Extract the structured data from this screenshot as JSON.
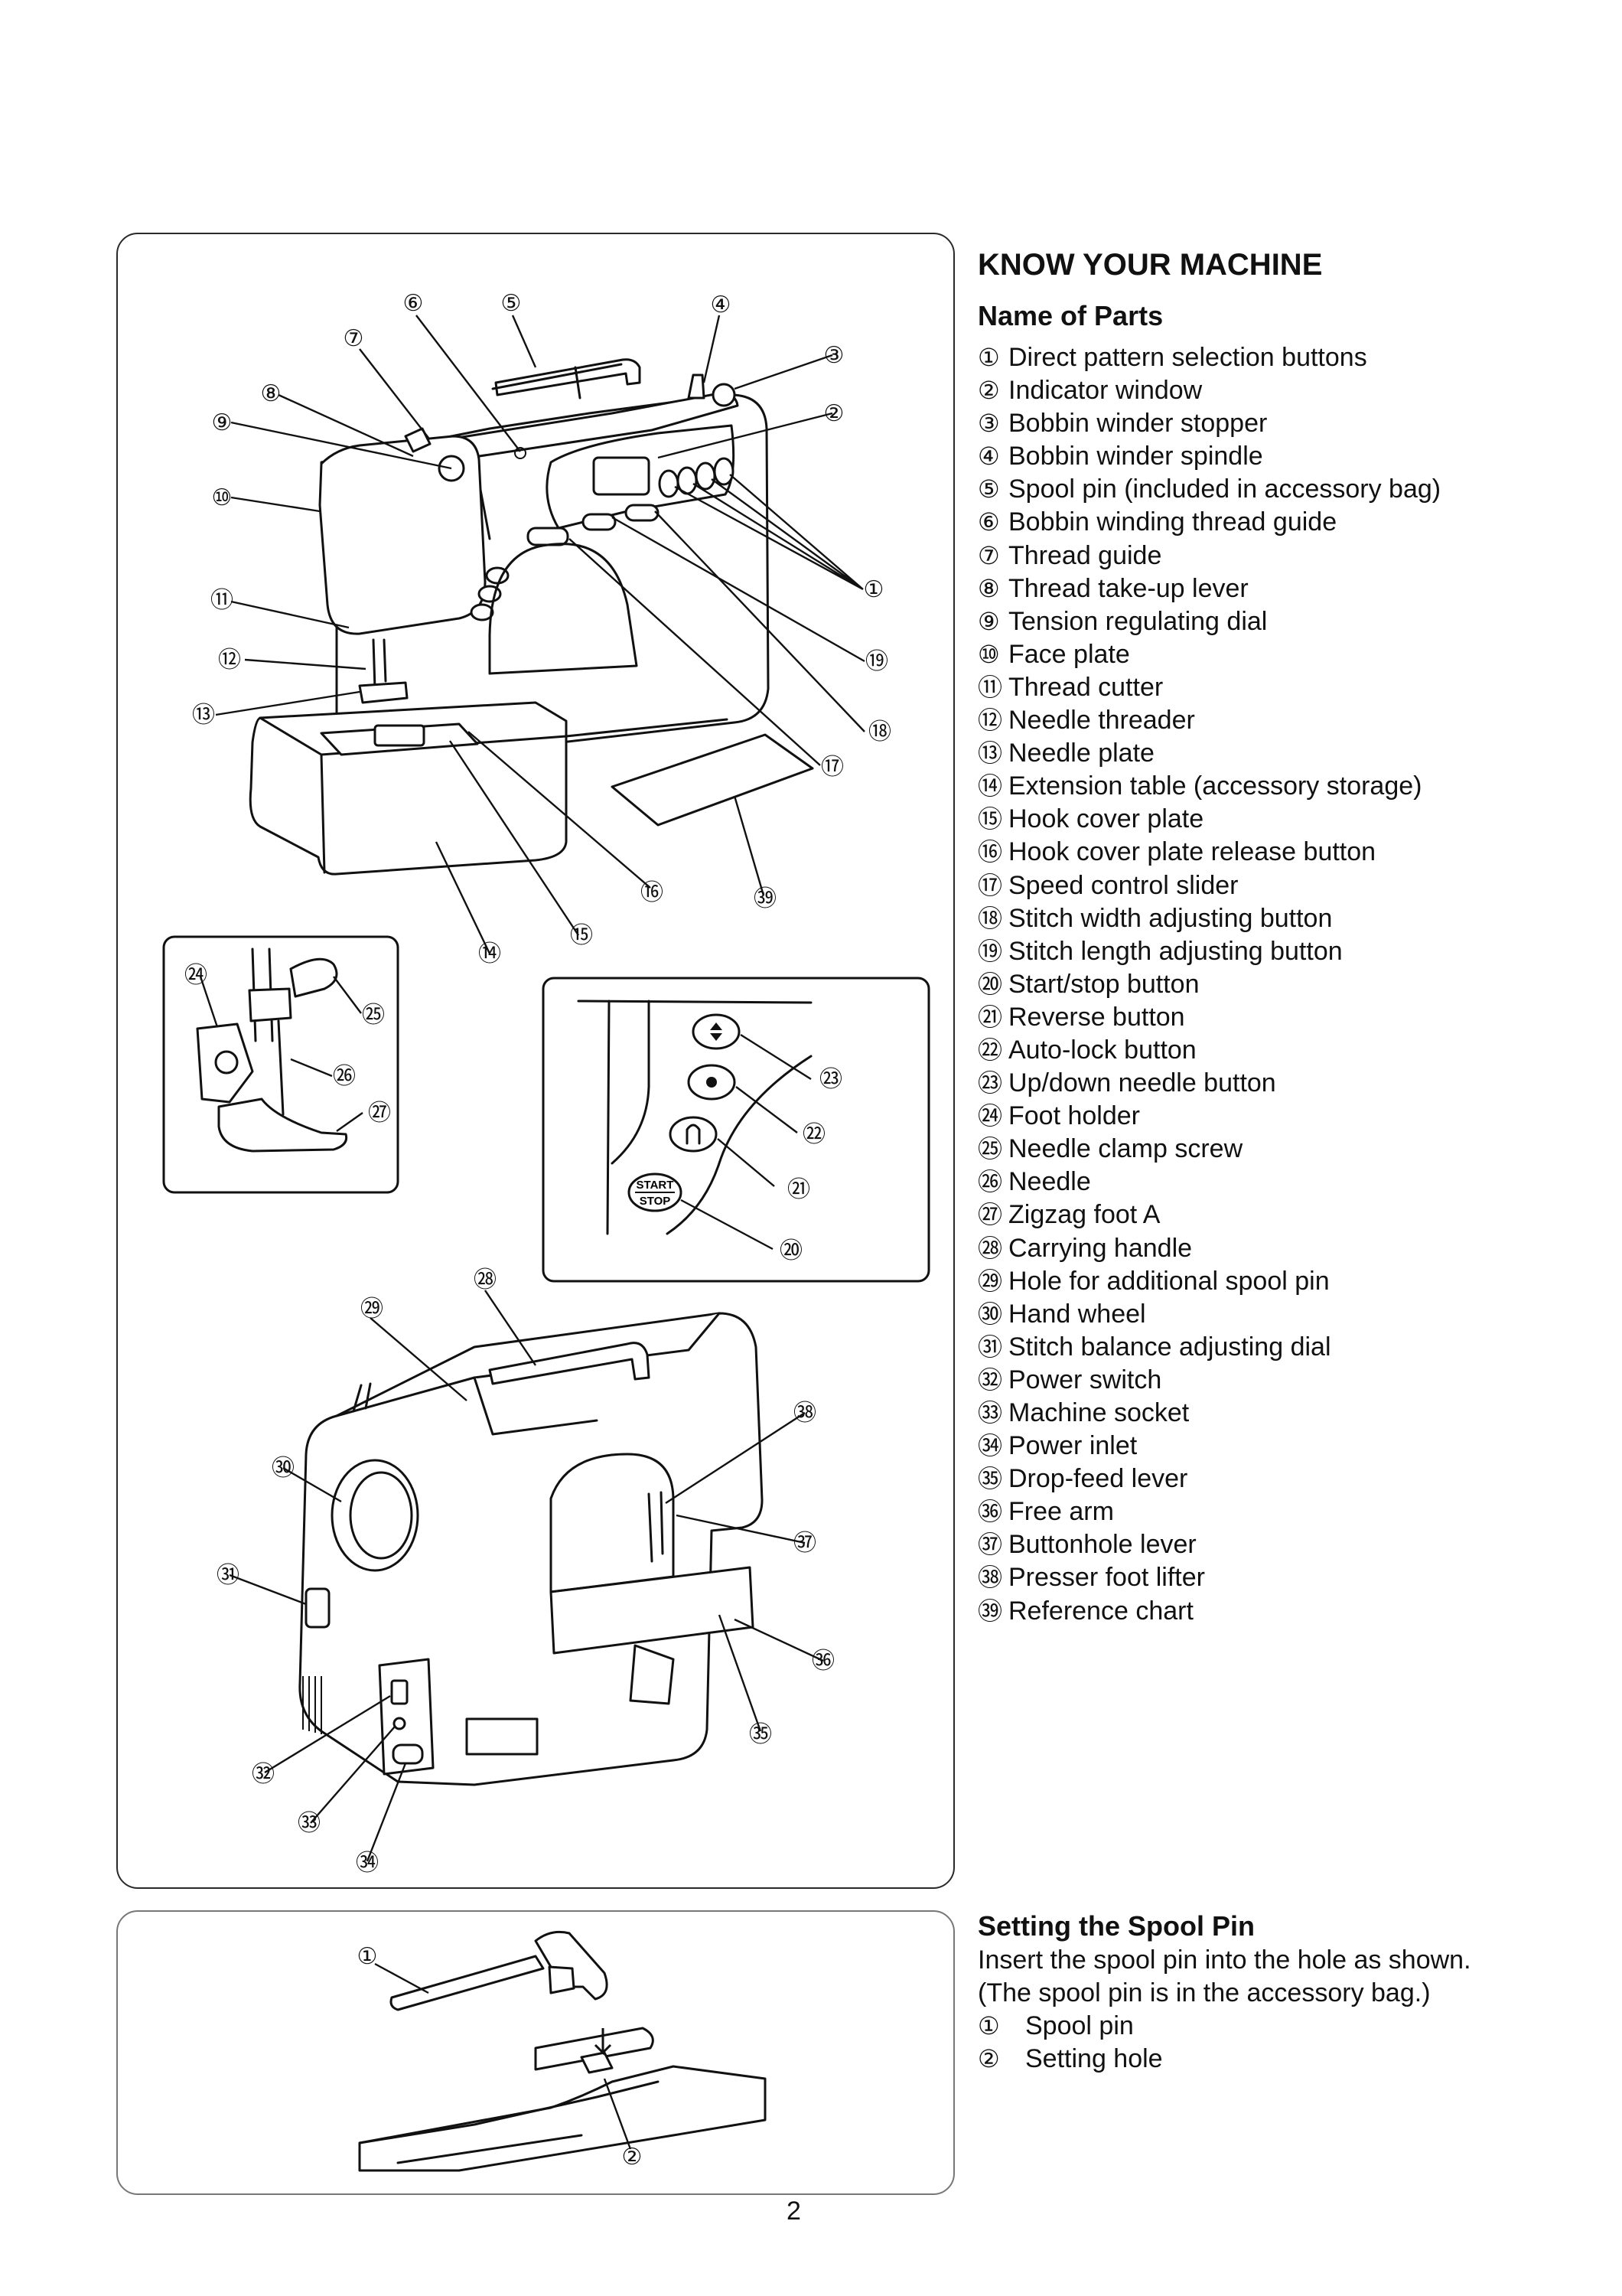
{
  "heading": "KNOW YOUR MACHINE",
  "subheading": "Name of Parts",
  "parts": [
    {
      "num": "①",
      "label": "Direct pattern selection buttons"
    },
    {
      "num": "②",
      "label": "Indicator window"
    },
    {
      "num": "③",
      "label": "Bobbin winder stopper"
    },
    {
      "num": "④",
      "label": "Bobbin winder spindle"
    },
    {
      "num": "⑤",
      "label": "Spool pin (included in accessory bag)"
    },
    {
      "num": "⑥",
      "label": "Bobbin winding thread guide"
    },
    {
      "num": "⑦",
      "label": "Thread guide"
    },
    {
      "num": "⑧",
      "label": "Thread take-up lever"
    },
    {
      "num": "⑨",
      "label": "Tension regulating dial"
    },
    {
      "num": "⑩",
      "label": "Face plate"
    },
    {
      "num": "⑪",
      "label": "Thread cutter"
    },
    {
      "num": "⑫",
      "label": "Needle threader"
    },
    {
      "num": "⑬",
      "label": "Needle plate"
    },
    {
      "num": "⑭",
      "label": "Extension table (accessory storage)"
    },
    {
      "num": "⑮",
      "label": "Hook cover plate"
    },
    {
      "num": "⑯",
      "label": "Hook cover plate release button"
    },
    {
      "num": "⑰",
      "label": "Speed control slider"
    },
    {
      "num": "⑱",
      "label": "Stitch width adjusting button"
    },
    {
      "num": "⑲",
      "label": "Stitch length adjusting button"
    },
    {
      "num": "⑳",
      "label": "Start/stop button"
    },
    {
      "num": "㉑",
      "label": "Reverse button"
    },
    {
      "num": "㉒",
      "label": "Auto-lock button"
    },
    {
      "num": "㉓",
      "label": "Up/down needle button"
    },
    {
      "num": "㉔",
      "label": "Foot holder"
    },
    {
      "num": "㉕",
      "label": "Needle clamp screw"
    },
    {
      "num": "㉖",
      "label": "Needle"
    },
    {
      "num": "㉗",
      "label": "Zigzag foot A"
    },
    {
      "num": "㉘",
      "label": "Carrying handle"
    },
    {
      "num": "㉙",
      "label": "Hole for additional spool pin"
    },
    {
      "num": "㉚",
      "label": "Hand wheel"
    },
    {
      "num": "㉛",
      "label": "Stitch balance adjusting dial"
    },
    {
      "num": "㉜",
      "label": "Power switch"
    },
    {
      "num": "㉝",
      "label": "Machine socket"
    },
    {
      "num": "㉞",
      "label": "Power inlet"
    },
    {
      "num": "㉟",
      "label": "Drop-feed lever"
    },
    {
      "num": "㊱",
      "label": "Free arm"
    },
    {
      "num": "㊲",
      "label": "Buttonhole lever"
    },
    {
      "num": "㊳",
      "label": "Presser foot lifter"
    },
    {
      "num": "㊴",
      "label": "Reference chart"
    }
  ],
  "panel_labels": {
    "start": "START",
    "stop": "STOP"
  },
  "spool_section": {
    "title": "Setting the Spool Pin",
    "text_line1": "Insert the spool pin into the hole as shown.",
    "text_line2": "(The spool pin is in the accessory bag.)",
    "items": [
      {
        "num": "①",
        "label": "Spool pin"
      },
      {
        "num": "②",
        "label": "Setting hole"
      }
    ]
  },
  "page_number": "2"
}
